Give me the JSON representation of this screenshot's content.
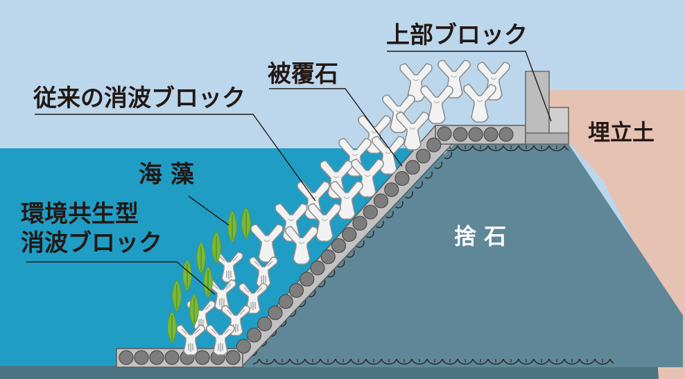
{
  "labels": {
    "upper_block": "上部ブロック",
    "armor_stone": "被覆石",
    "conventional_block": "従来の消波ブロック",
    "seaweed": "海 藻",
    "eco_block_line1": "環境共生型",
    "eco_block_line2": "消波ブロック",
    "reclaimed_land": "埋立土",
    "rubble": "捨 石"
  },
  "colors": {
    "sky": "#bcd7ec",
    "sea": "#1f9dc4",
    "rubble": "#5f8797",
    "reclaimed_land": "#e6c2b3",
    "block": "#f2f2f2",
    "block_outline": "#8c8c8c",
    "seaweed": "#79b83a",
    "cover_stones": "#7d7d7d",
    "label_text": "#231815"
  }
}
